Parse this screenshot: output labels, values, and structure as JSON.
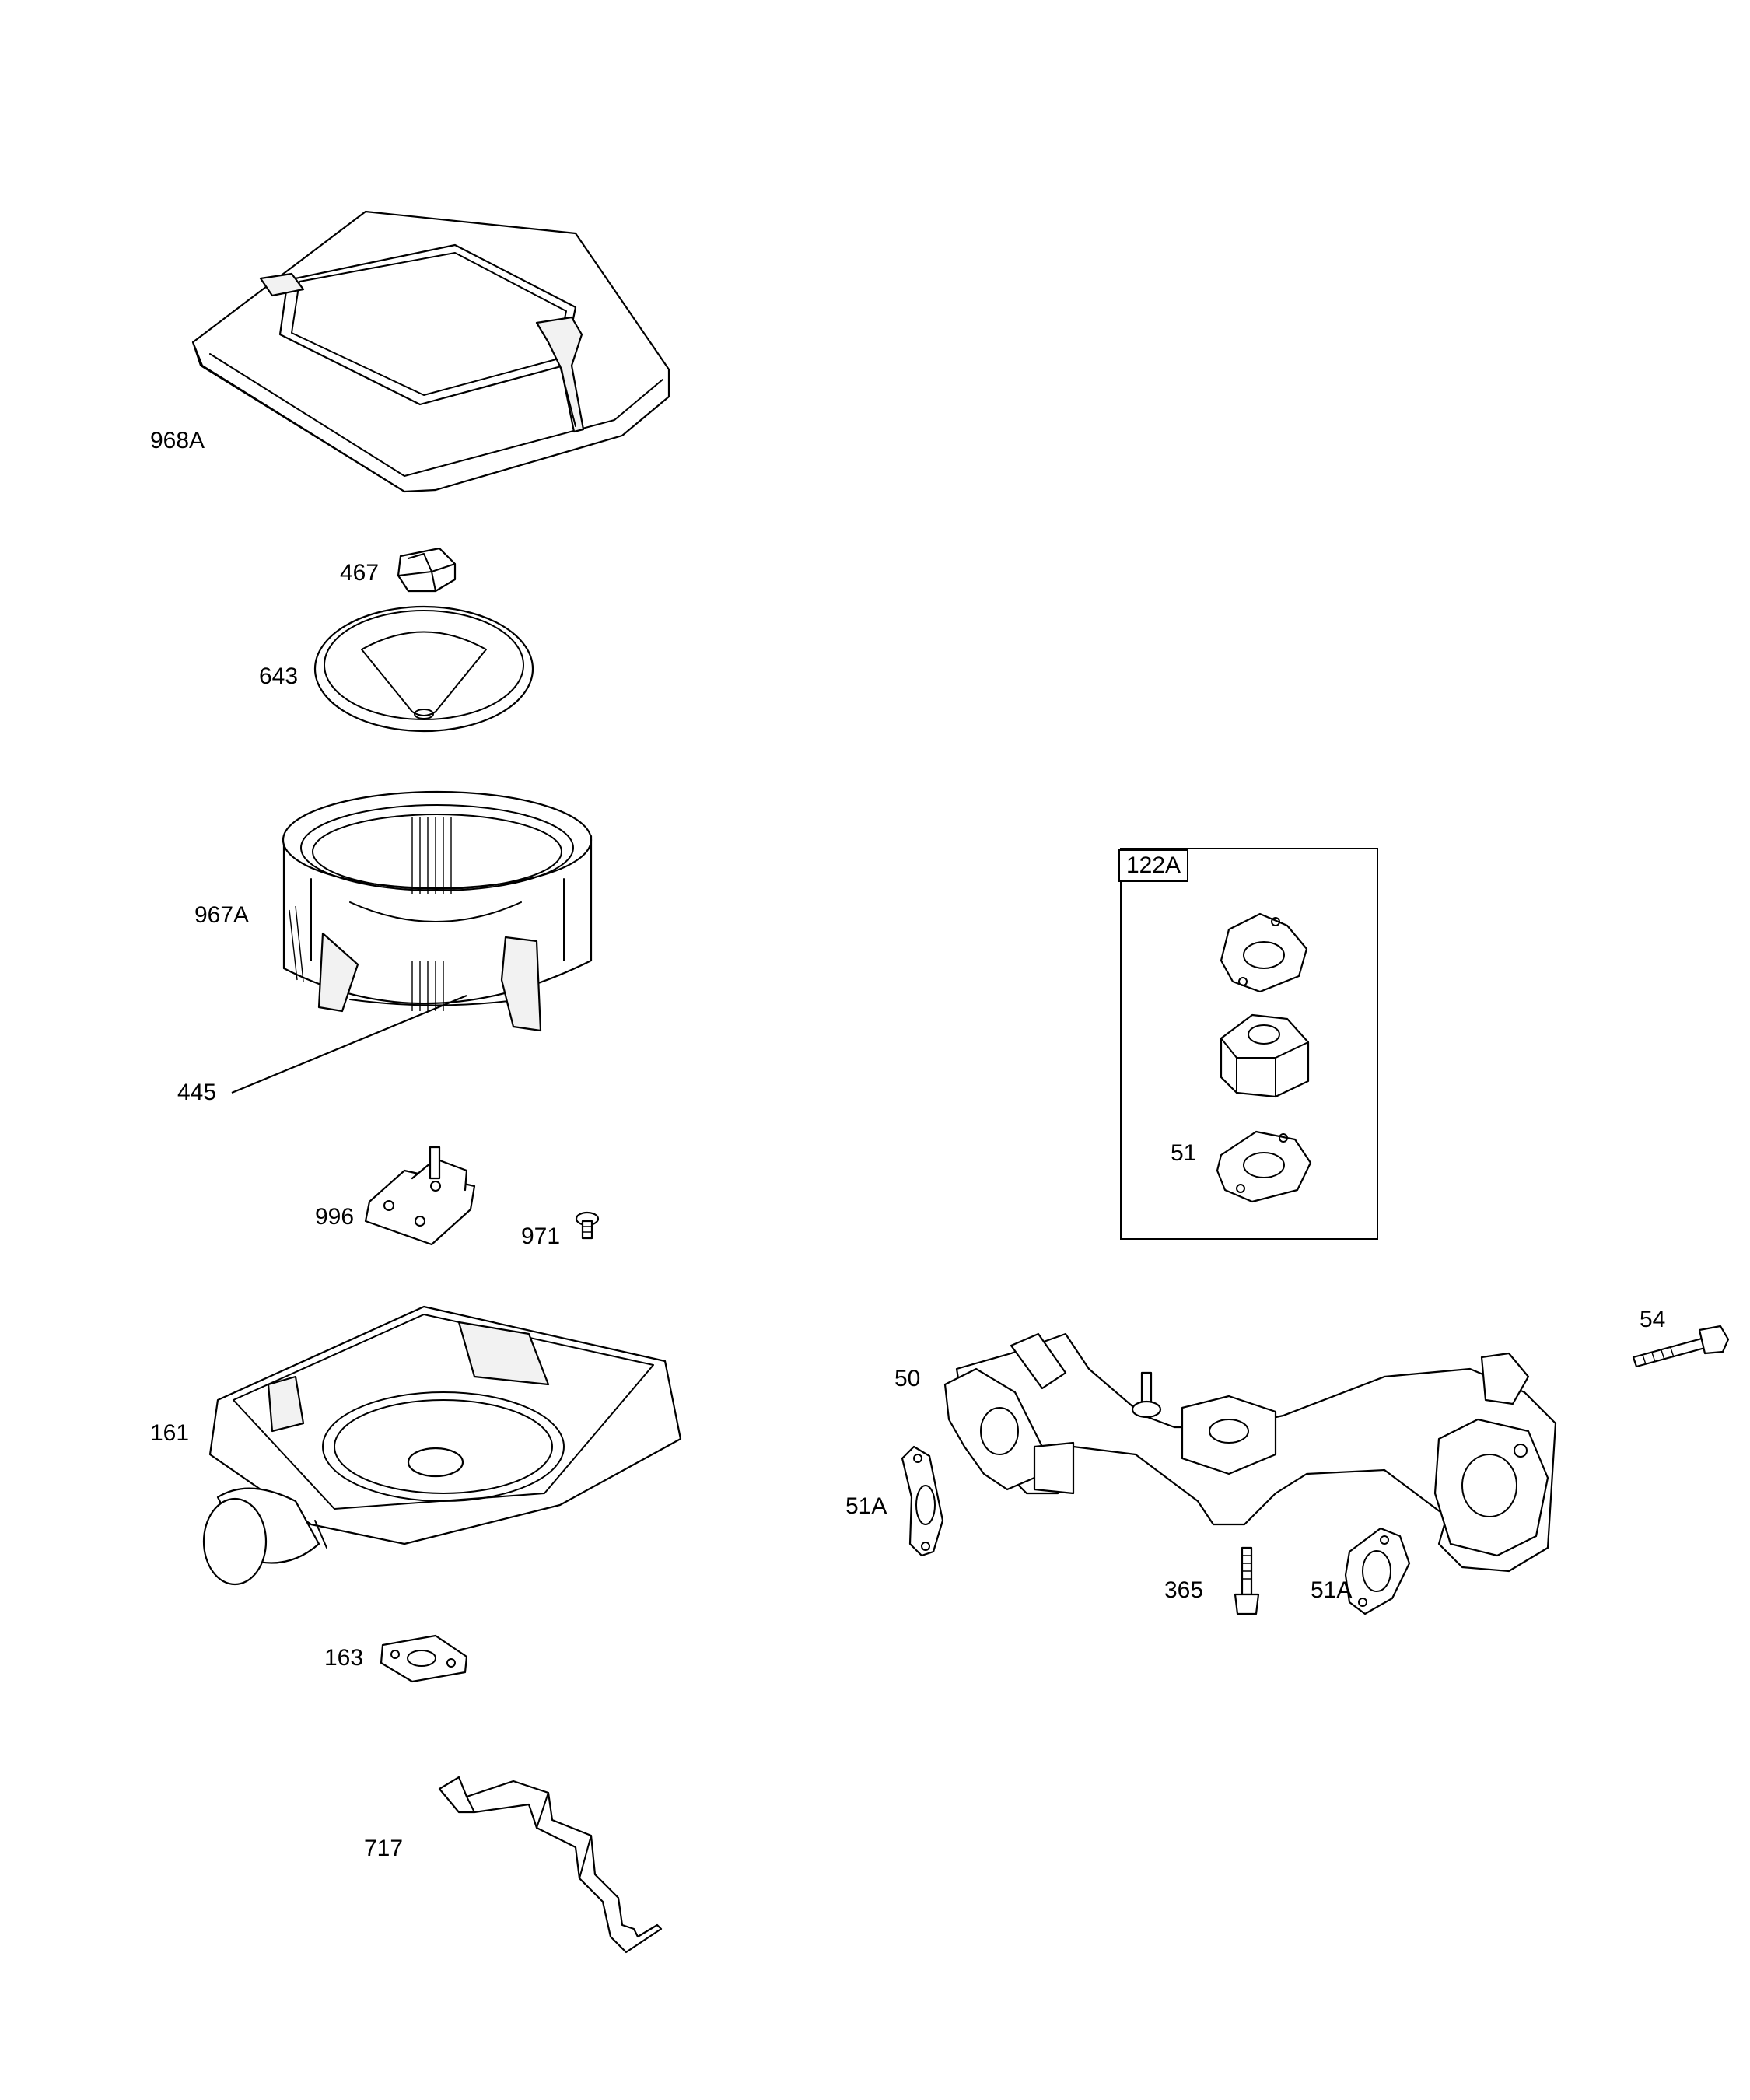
{
  "labels": {
    "l968A": "968A",
    "l467": "467",
    "l643": "643",
    "l967A": "967A",
    "l445": "445",
    "l996": "996",
    "l971": "971",
    "l161": "161",
    "l163": "163",
    "l717": "717",
    "l122A": "122A",
    "l51": "51",
    "l50": "50",
    "l54": "54",
    "l51A_left": "51A",
    "l365": "365",
    "l51A_right": "51A"
  },
  "parts": [
    {
      "ref": "968A",
      "icon": "air-cleaner-cover-icon"
    },
    {
      "ref": "467",
      "icon": "knob-icon"
    },
    {
      "ref": "643",
      "icon": "pre-cleaner-plate-icon"
    },
    {
      "ref": "967A",
      "icon": "air-filter-cartridge-icon"
    },
    {
      "ref": "445",
      "icon": "filter-element-icon"
    },
    {
      "ref": "996",
      "icon": "bracket-stud-icon"
    },
    {
      "ref": "971",
      "icon": "screw-icon"
    },
    {
      "ref": "161",
      "icon": "air-cleaner-base-icon"
    },
    {
      "ref": "163",
      "icon": "gasket-icon"
    },
    {
      "ref": "717",
      "icon": "bracket-icon"
    },
    {
      "ref": "122A",
      "icon": "gasket-kit-icon"
    },
    {
      "ref": "51",
      "icon": "intake-gasket-icon"
    },
    {
      "ref": "50",
      "icon": "intake-manifold-icon"
    },
    {
      "ref": "54",
      "icon": "bolt-icon"
    },
    {
      "ref": "51A",
      "icon": "manifold-gasket-icon"
    },
    {
      "ref": "365",
      "icon": "stud-icon"
    }
  ]
}
